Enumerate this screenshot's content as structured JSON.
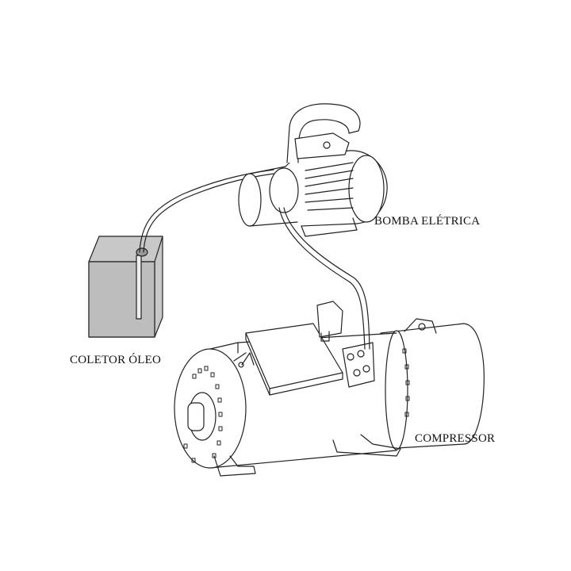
{
  "labels": {
    "pump": "BOMBA ELÉTRICA",
    "collector": "COLETOR ÓLEO",
    "compressor": "COMPRESSOR"
  },
  "colors": {
    "line": "#222222",
    "collector_fill": "#c8c8c8",
    "collector_front": "#bdbdbd"
  }
}
